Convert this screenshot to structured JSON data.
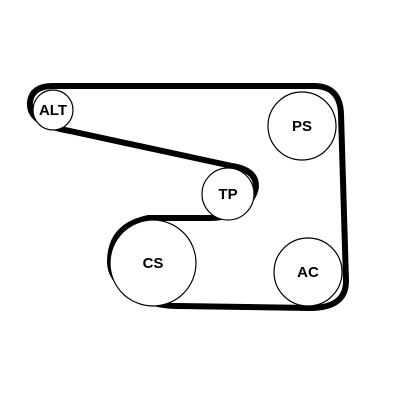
{
  "diagram": {
    "pulleys": [
      {
        "id": "alt",
        "label": "ALT"
      },
      {
        "id": "ps",
        "label": "PS"
      },
      {
        "id": "tp",
        "label": "TP"
      },
      {
        "id": "cs",
        "label": "CS"
      },
      {
        "id": "ac",
        "label": "AC"
      }
    ],
    "colors": {
      "belt": "#000000",
      "pulley_fill": "#ffffff",
      "pulley_stroke": "#000000"
    }
  }
}
